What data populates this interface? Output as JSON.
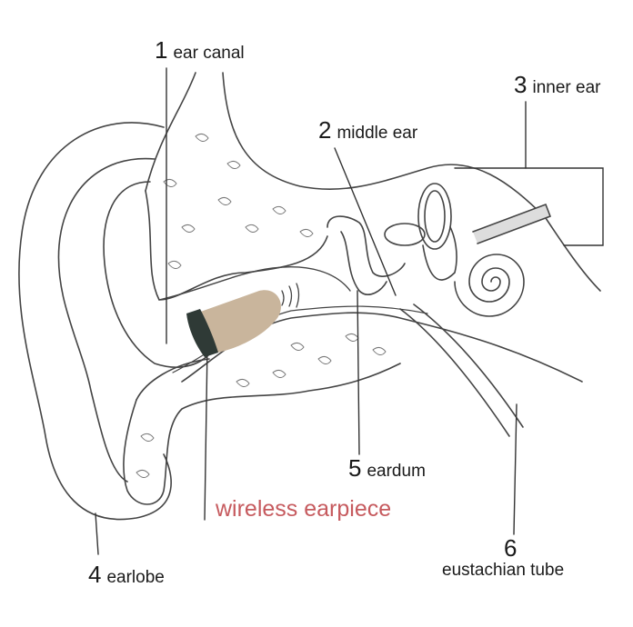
{
  "labels": {
    "ear_canal": {
      "number": "1",
      "text": "ear canal"
    },
    "middle_ear": {
      "number": "2",
      "text": "middle ear"
    },
    "inner_ear": {
      "number": "3",
      "text": "inner ear"
    },
    "earlobe": {
      "number": "4",
      "text": "earlobe"
    },
    "eardrum": {
      "number": "5",
      "text": "eardum"
    },
    "eustachian_tube": {
      "number": "6",
      "text": "eustachian tube"
    },
    "earpiece": {
      "text": "wireless earpiece"
    }
  },
  "colors": {
    "line": "#444444",
    "earpiece_body": "#c9b59c",
    "earpiece_tip": "#2f3a36",
    "accent_label": "#c65a5e"
  }
}
